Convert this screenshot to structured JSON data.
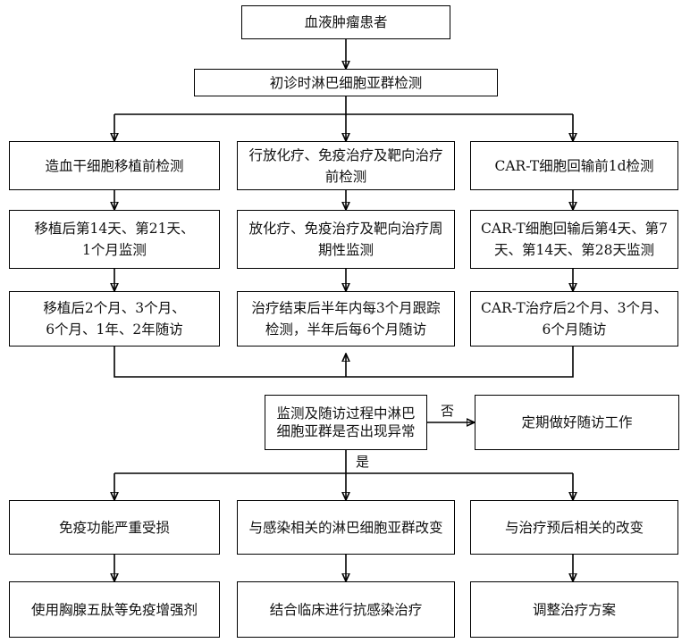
{
  "nodes": {
    "patients": "血液肿瘤患者",
    "initial_test": "初诊时淋巴细胞亚群检测",
    "pre_transplant": "造血干细胞移植前检测",
    "pre_therapy": "行放化疗、免疫治疗及靶向治疗前检测",
    "pre_cart": "CAR-T细胞回输前1d检测",
    "post_transplant_monitor": "移植后第14天、第21天、\n1个月监测",
    "therapy_periodic": "放化疗、免疫治疗及靶向治疗周期性监测",
    "post_cart_monitor": "CAR-T细胞回输后第4天、第7天、第14天、第28天监测",
    "transplant_followup": "移植后2个月、3个月、\n6个月、1年、2年随访",
    "therapy_followup": "治疗结束后半年内每3个月跟踪检测，半年后每6个月随访",
    "cart_followup": "CAR-T治疗后2个月、3个月、\n6个月随访",
    "decision": "监测及随访过程中淋巴细胞亚群是否出现异常",
    "routine_followup": "定期做好随访工作",
    "immune_damage": "免疫功能严重受损",
    "infection_change": "与感染相关的淋巴细胞亚群改变",
    "prognosis_change": "与治疗预后相关的改变",
    "thymosin": "使用胸腺五肽等免疫增强剂",
    "anti_infection": "结合临床进行抗感染治疗",
    "adjust_plan": "调整治疗方案"
  },
  "edge_labels": {
    "no": "否",
    "yes": "是"
  }
}
